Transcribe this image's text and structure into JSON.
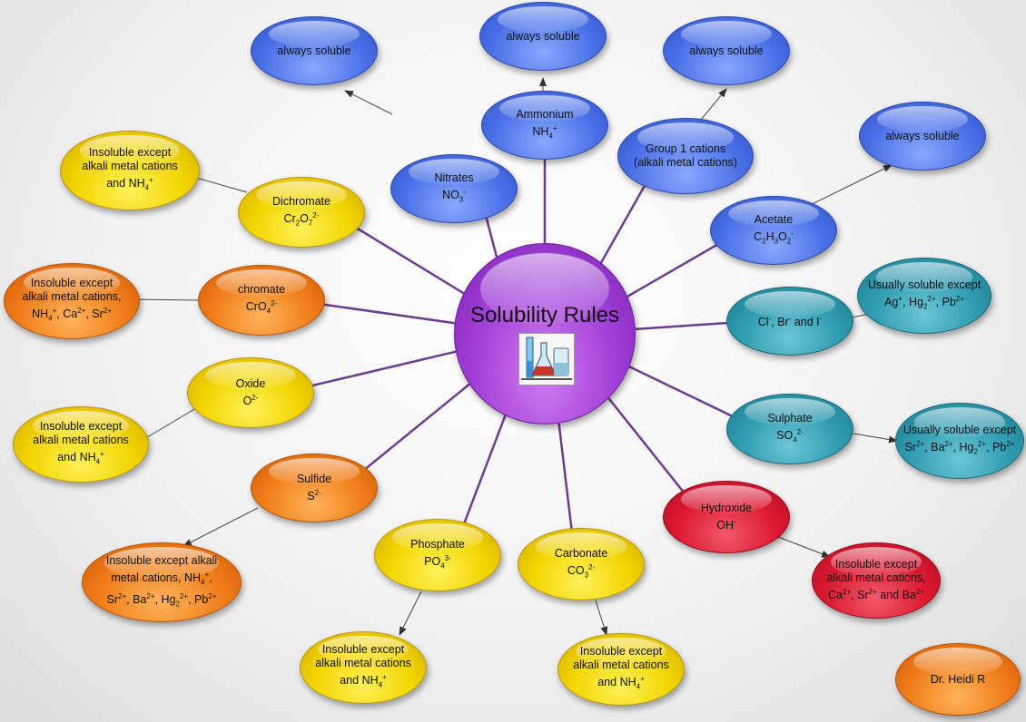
{
  "title": "Solubility Rules",
  "author": "Dr. Heidi R",
  "icon": "lab-glassware-icon",
  "colors": {
    "blue": "#4d73e8",
    "yellow": "#f2d500",
    "orange": "#f07e1a",
    "teal": "#2f9cb0",
    "red": "#dc1a32",
    "purple": "#a040d8",
    "line": "#6e3c8c"
  },
  "anions": [
    {
      "id": "nitrates",
      "lines": [
        "Nitrates",
        "NO3-"
      ],
      "rule": [
        "always soluble"
      ]
    },
    {
      "id": "ammonium",
      "lines": [
        "Ammonium",
        "NH4+"
      ],
      "rule": [
        "always soluble"
      ]
    },
    {
      "id": "group1",
      "lines": [
        "Group 1 cations",
        "(alkali metal cations)"
      ],
      "rule": [
        "always soluble"
      ]
    },
    {
      "id": "acetate",
      "lines": [
        "Acetate",
        "C2H3O2-"
      ],
      "rule": [
        "always soluble"
      ]
    },
    {
      "id": "dichromate",
      "lines": [
        "Dichromate",
        "Cr2O72-"
      ],
      "rule": [
        "Insoluble except",
        "alkali metal cations",
        "and NH4+"
      ]
    },
    {
      "id": "chromate",
      "lines": [
        "chromate",
        "CrO42-"
      ],
      "rule": [
        "Insoluble except",
        "alkali metal cations,",
        "NH4+, Ca2+, Sr2+"
      ]
    },
    {
      "id": "halides",
      "lines": [
        "Cl-, Br- and I-"
      ],
      "rule": [
        "Usually soluble except",
        "Ag+, Hg22+, Pb2+"
      ]
    },
    {
      "id": "oxide",
      "lines": [
        "Oxide",
        "O2-"
      ],
      "rule": [
        "Insoluble except",
        "alkali metal cations",
        "and NH4+"
      ]
    },
    {
      "id": "sulphate",
      "lines": [
        "Sulphate",
        "SO42-"
      ],
      "rule": [
        "Usually soluble except",
        "Sr2+, Ba2+, Hg22+, Pb2+"
      ]
    },
    {
      "id": "sulfide",
      "lines": [
        "Sulfide",
        "S2-"
      ],
      "rule": [
        "Insoluble except alkali",
        "metal cations, NH4+,",
        "Sr2+, Ba2+, Hg22+, Pb2+"
      ]
    },
    {
      "id": "hydroxide",
      "lines": [
        "Hydroxide",
        "OH-"
      ],
      "rule": [
        "Insoluble except",
        "alkali metal cations,",
        "Ca2+, Sr2+ and Ba2+"
      ]
    },
    {
      "id": "phosphate",
      "lines": [
        "Phosphate",
        "PO43-"
      ],
      "rule": [
        "Insoluble except",
        "alkali metal cations",
        "and NH4+"
      ]
    },
    {
      "id": "carbonate",
      "lines": [
        "Carbonate",
        "CO32-"
      ],
      "rule": [
        "Insoluble except",
        "alkali metal cations",
        "and NH4+"
      ]
    }
  ]
}
